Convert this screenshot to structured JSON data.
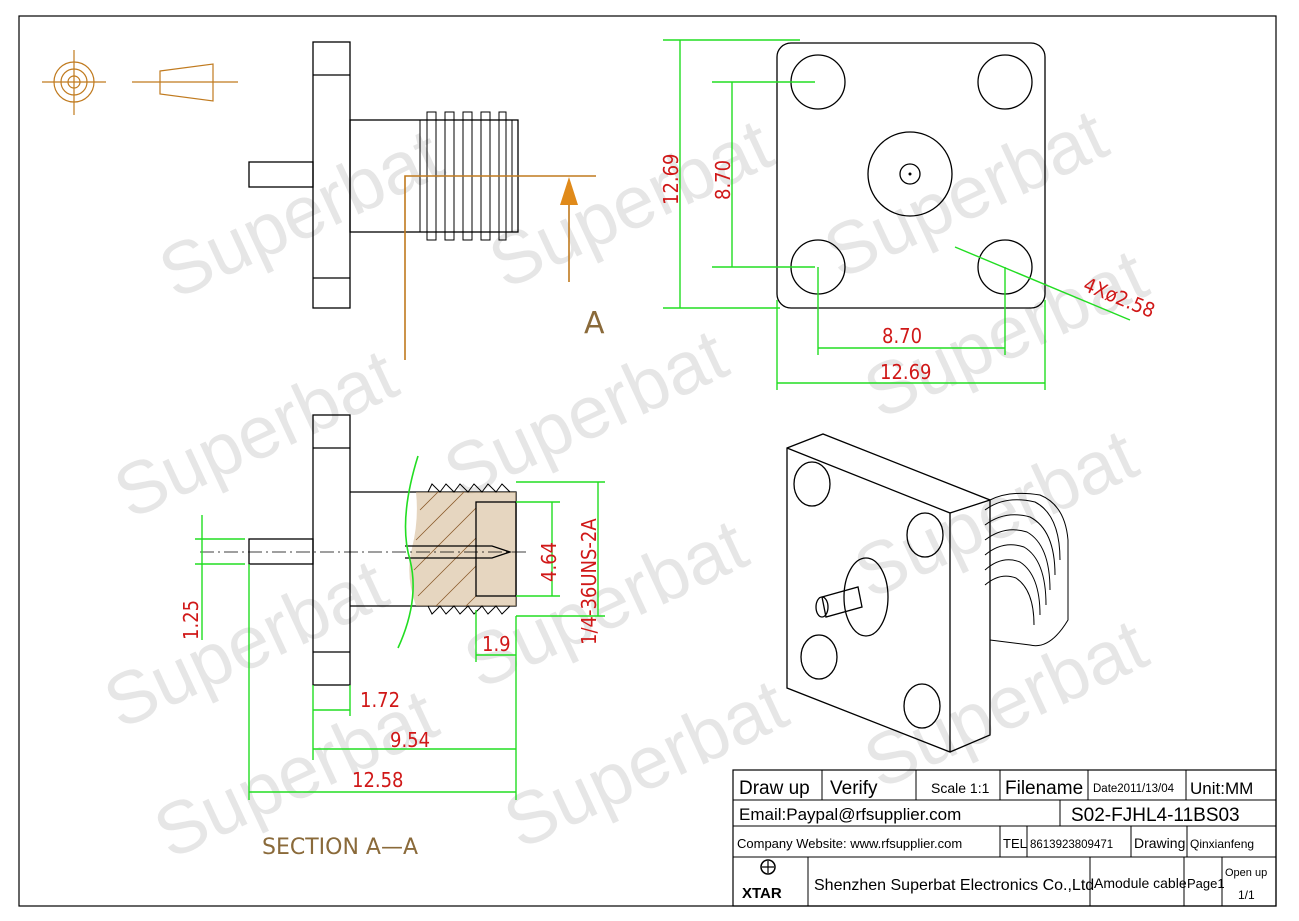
{
  "watermark": "Superbat",
  "section_label": "SECTION  A—A",
  "section_marker": "A",
  "dimensions": {
    "front_height": "12.69",
    "front_height_inner": "8.70",
    "front_width_inner": "8.70",
    "front_width": "12.69",
    "holes": "4Xø2.58",
    "thread": "1/4-36UNS-2A",
    "bore": "4.64",
    "tip": "1.9",
    "pin": "1.25",
    "flange": "1.72",
    "body_len": "9.54",
    "total_len": "12.58"
  },
  "title_block": {
    "draw_up": "Draw up",
    "verify": "Verify",
    "scale": "Scale 1:1",
    "filename": "Filename",
    "date": "Date2011/13/04",
    "unit": "Unit:MM",
    "email": "Email:Paypal@rfsupplier.com",
    "part_no": "S02-FJHL4-11BS03",
    "website": "Company Website:  www.rfsupplier.com",
    "tel_label": "TEL",
    "tel": "8613923809471",
    "drawing_label": "Drawing",
    "drawer": "Qinxianfeng",
    "logo": "XTAR",
    "company": "Shenzhen Superbat Electronics Co.,Ltd",
    "product": "Amodule cable",
    "page": "Page1",
    "open_up": "Open up",
    "open_up_value": "1/1"
  }
}
